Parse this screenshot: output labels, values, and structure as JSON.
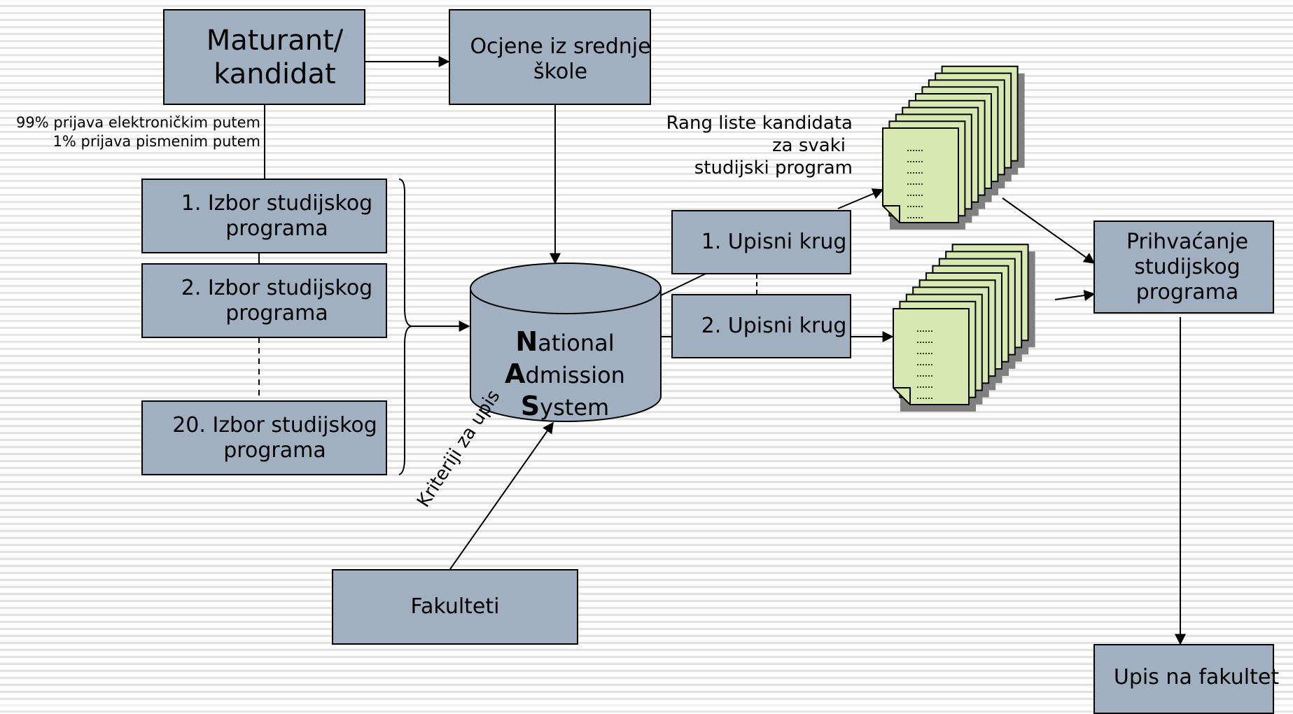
{
  "boxes": {
    "maturant": [
      "Maturant/",
      "kandidat"
    ],
    "ocjene": [
      "Ocjene iz srednje",
      "škole"
    ],
    "izbor1": [
      "1. Izbor studijskog",
      "programa"
    ],
    "izbor2": [
      "2. Izbor studijskog",
      "programa"
    ],
    "izbor20": [
      "20. Izbor studijskog",
      "programa"
    ],
    "fakulteti": "Fakulteti",
    "upisni1": "1. Upisni krug",
    "upisni2": "2. Upisni krug",
    "prihvacanje": [
      "Prihvaćanje",
      "studijskog",
      "programa"
    ],
    "upis": "Upis na fakultet"
  },
  "nas": {
    "line1_initial": "N",
    "line1_rest": "ational",
    "line2_initial": "A",
    "line2_rest": "dmission",
    "line3_initial": "S",
    "line3_rest": "ystem"
  },
  "labels": {
    "prijava_elektronicki": "99% prijava elektroničkim putem",
    "prijava_pismeni": "1% prijava pismenim putem",
    "rang_liste": [
      "Rang liste kandidata",
      "za svaki",
      "studijski program"
    ],
    "kriteriji": "Kriteriji za upis"
  },
  "colors": {
    "box_fill": "#a1b0c1",
    "document_fill": "#d9e8b0",
    "document_shadow": "#808080"
  }
}
